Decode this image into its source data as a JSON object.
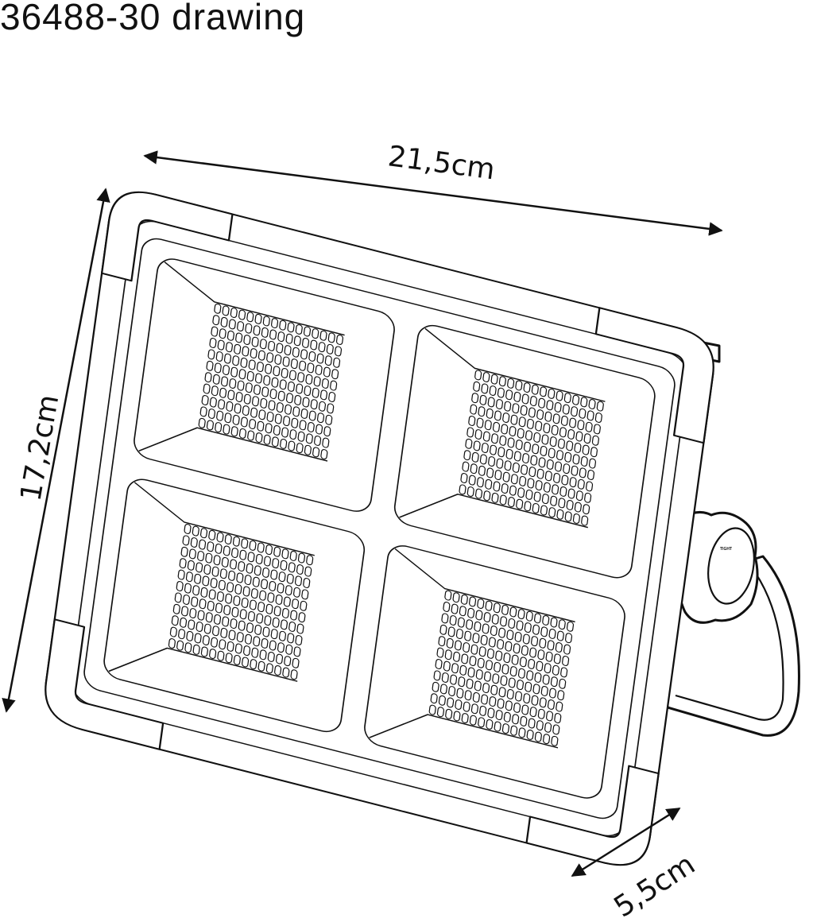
{
  "title": "36488-30 drawing",
  "dimensions": {
    "width": "21,5cm",
    "height": "17,2cm",
    "depth": "5,5cm"
  },
  "knob": {
    "label": "TIGHT"
  },
  "colors": {
    "line": "#111111",
    "background": "#ffffff"
  }
}
